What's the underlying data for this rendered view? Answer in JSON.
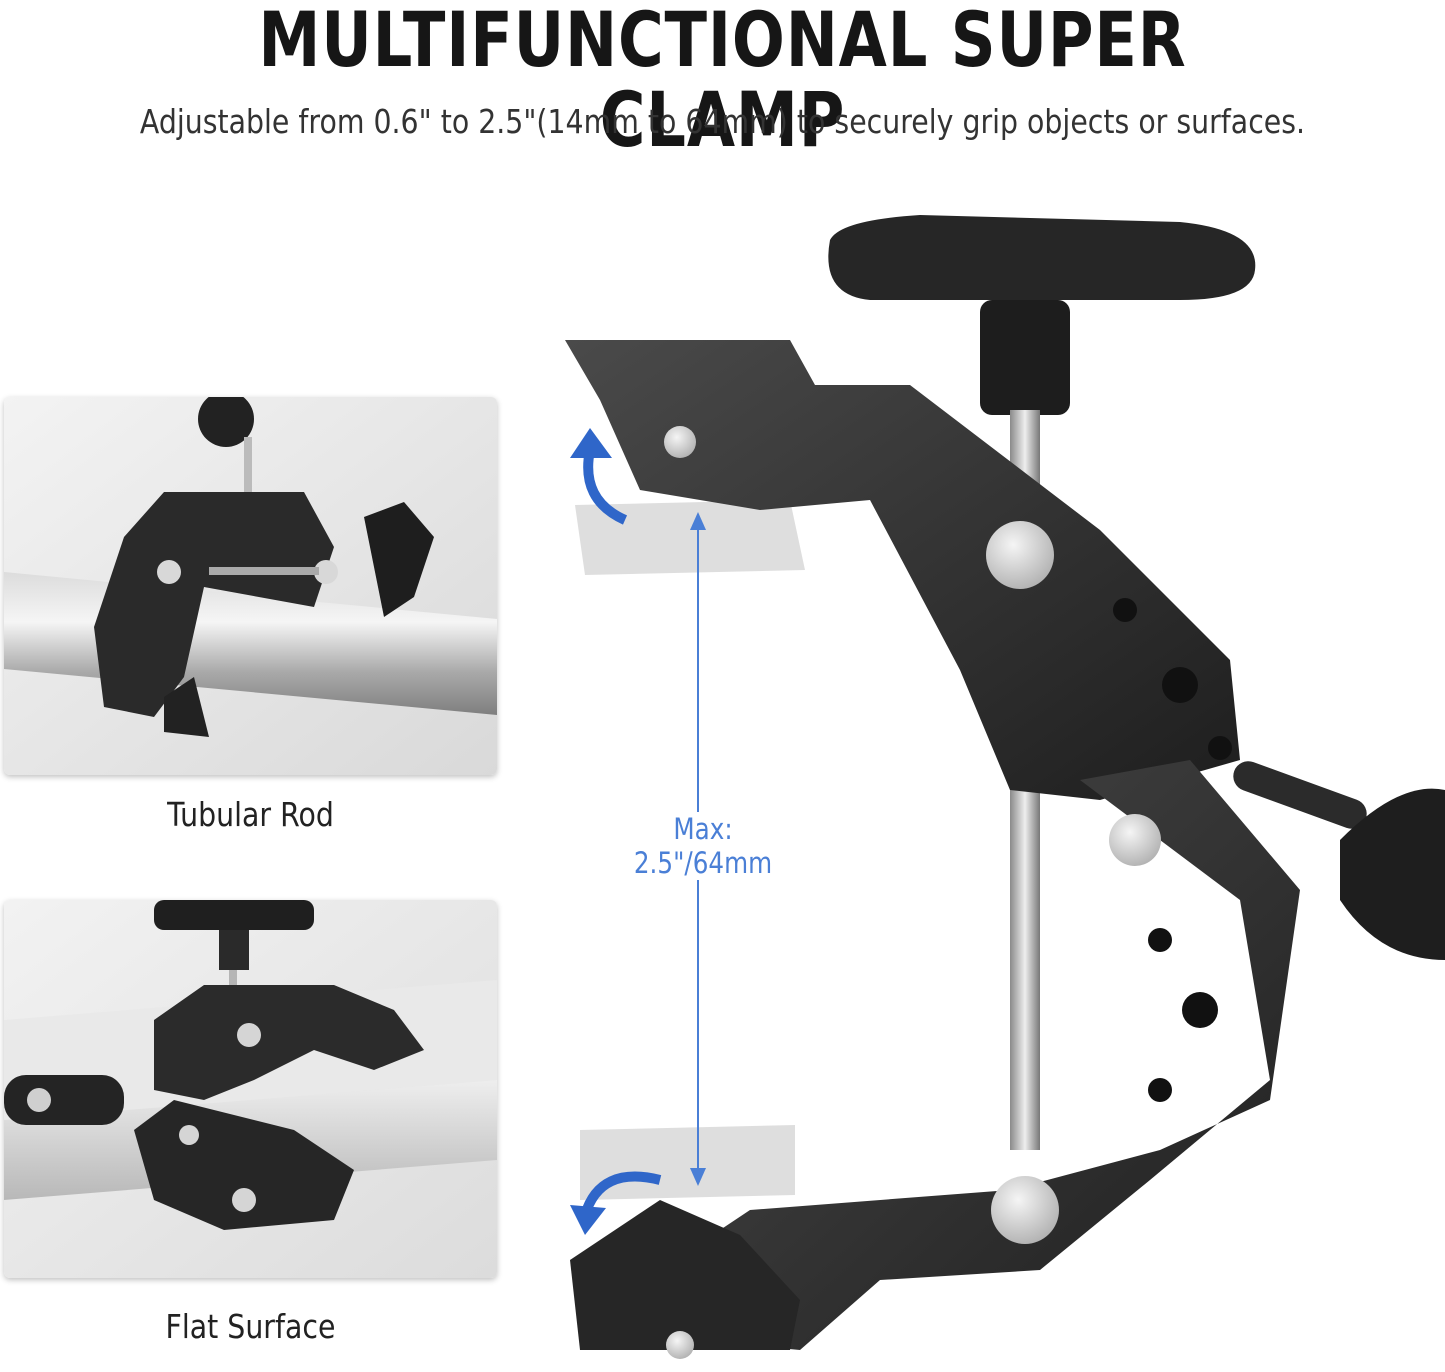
{
  "header": {
    "title": "MULTIFUNCTIONAL SUPER CLAMP",
    "subtitle": "Adjustable from 0.6\" to 2.5\"(14mm to 64mm) to securely grip objects or surfaces."
  },
  "examples": [
    {
      "label": "Tubular Rod",
      "icon": "tubular-rod-photo"
    },
    {
      "label": "Flat Surface",
      "icon": "flat-surface-photo"
    }
  ],
  "main": {
    "dimension_label": "Max: 2.5\"/64mm",
    "accent_color": "#3b6fd0",
    "arrow_color": "#2f66c9"
  }
}
